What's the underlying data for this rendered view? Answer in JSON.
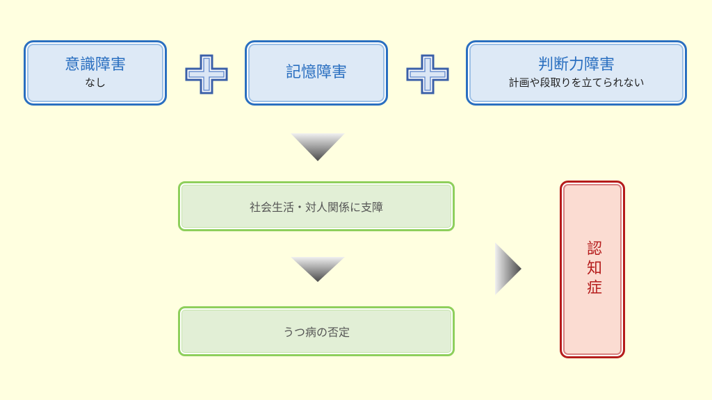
{
  "boxes": {
    "consciousness": {
      "title": "意識障害",
      "sub": "なし"
    },
    "memory": {
      "title": "記憶障害"
    },
    "judgment": {
      "title": "判断力障害",
      "sub": "計画や段取りを立てられない"
    },
    "social": {
      "label": "社会生活・対人関係に支障"
    },
    "depression": {
      "label": "うつ病の否定"
    },
    "dementia": {
      "label": "認知症"
    }
  },
  "colors": {
    "background": "#ffffe0",
    "blue_border": "#2a6fc0",
    "blue_fill": "#dde9f6",
    "green_border": "#8ecf5c",
    "green_fill": "#e2efd6",
    "red_border": "#b51c1c",
    "red_fill": "#fbdcd2"
  },
  "icons": [
    "plus-icon",
    "plus-icon",
    "arrow-down-icon",
    "arrow-down-icon",
    "arrow-right-icon"
  ]
}
